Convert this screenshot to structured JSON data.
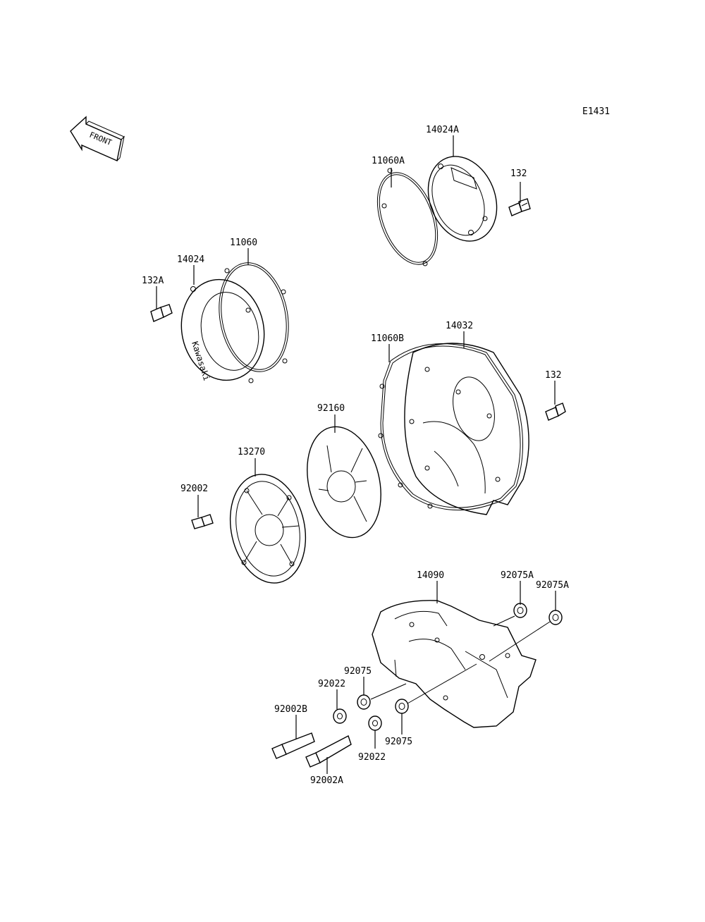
{
  "diagram_code": "E1431",
  "front_label": "FRONT",
  "brand_text": "Kawasaki",
  "labels": {
    "p14024A": "14024A",
    "p11060A": "11060A",
    "p132_top": "132",
    "p11060": "11060",
    "p14024": "14024",
    "p132A": "132A",
    "p14032": "14032",
    "p11060B": "11060B",
    "p132_mid": "132",
    "p92160": "92160",
    "p13270": "13270",
    "p92002": "92002",
    "p14090": "14090",
    "p92075A_1": "92075A",
    "p92075A_2": "92075A",
    "p92075_1": "92075",
    "p92022_1": "92022",
    "p92002B": "92002B",
    "p92075_2": "92075",
    "p92022_2": "92022",
    "p92002A": "92002A"
  }
}
